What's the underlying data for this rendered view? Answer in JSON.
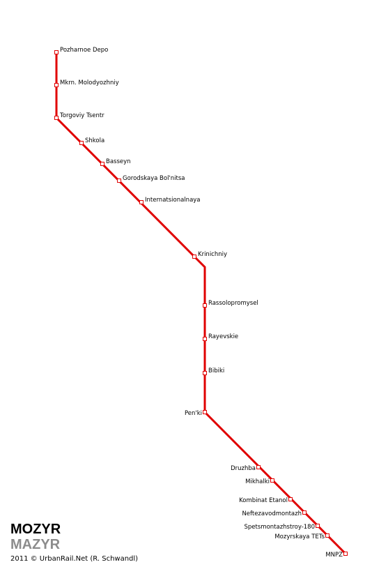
{
  "title": "MOZYR",
  "title_alt": "MAZYR",
  "credit": "2011 © UrbanRail.Net (R. Schwandl)",
  "colors": {
    "line": "#e00000",
    "title": "#000000",
    "title_alt": "#8c8c8c"
  },
  "stations": [
    "Pozharnoe Depo",
    "Mkrn. Molodyozhniy",
    "Torgoviy Tsentr",
    "Shkola",
    "Basseyn",
    "Gorodskaya Bol'nitsa",
    "Internatsionalnaya",
    "Krinichniy",
    "Rassolopromysel",
    "Rayevskie",
    "Bibiki",
    "Pen'ki",
    "Druzhba",
    "Mikhalki",
    "Kombinat Etanol",
    "Neftezavodmontazh",
    "Spetsmontazhstroy-180",
    "Mozyrskaya TETs",
    "MNPZ"
  ]
}
